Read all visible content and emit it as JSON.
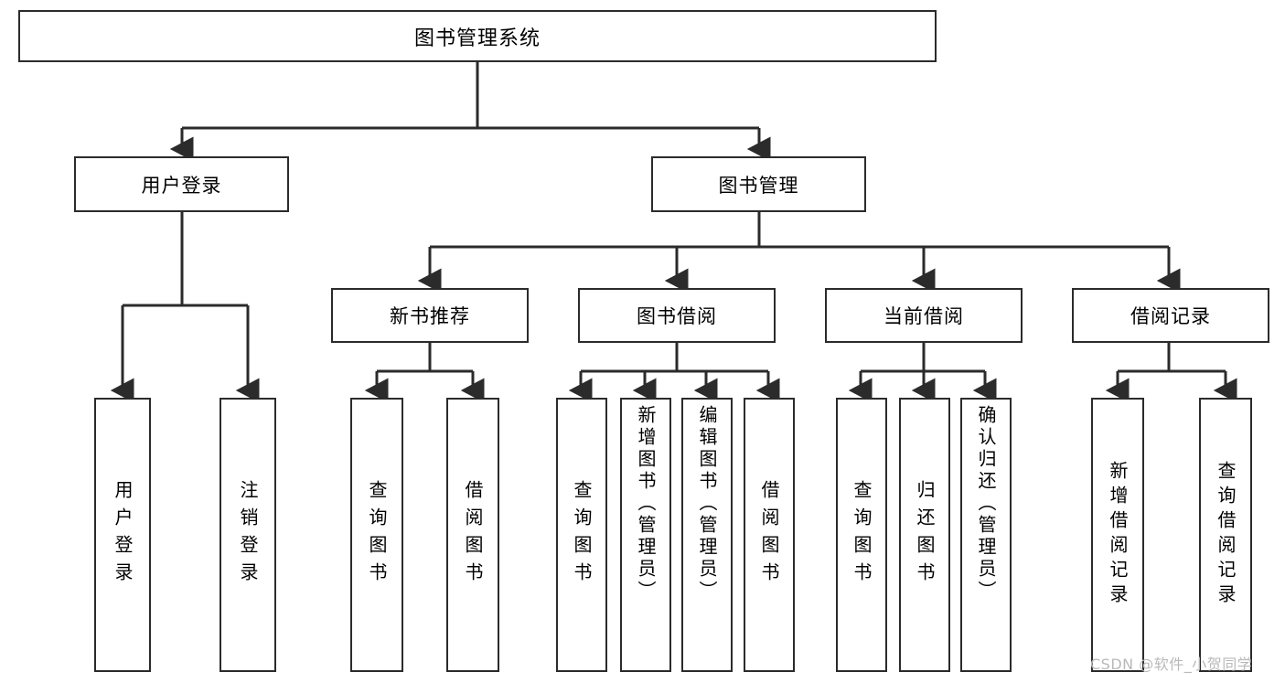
{
  "diagram": {
    "title": "图书管理系统",
    "type": "tree",
    "root": {
      "label": "图书管理系统"
    },
    "level2": [
      {
        "id": "user-login",
        "label": "用户登录"
      },
      {
        "id": "book-manage",
        "label": "图书管理"
      }
    ],
    "level3": [
      {
        "id": "new-book-recommend",
        "label": "新书推荐",
        "parent": "book-manage"
      },
      {
        "id": "book-borrow",
        "label": "图书借阅",
        "parent": "book-manage"
      },
      {
        "id": "current-borrow",
        "label": "当前借阅",
        "parent": "book-manage"
      },
      {
        "id": "borrow-record",
        "label": "借阅记录",
        "parent": "book-manage"
      }
    ],
    "leaves": {
      "user_login": [
        {
          "id": "leaf-user-login",
          "label": "用户登录"
        },
        {
          "id": "leaf-user-logout",
          "label": "注销登录"
        }
      ],
      "new_book_recommend": [
        {
          "id": "leaf-query-book-1",
          "label": "查询图书"
        },
        {
          "id": "leaf-borrow-book-1",
          "label": "借阅图书"
        }
      ],
      "book_borrow": [
        {
          "id": "leaf-query-book-2",
          "label": "查询图书"
        },
        {
          "id": "leaf-add-book",
          "label": "新增图书（管理员）"
        },
        {
          "id": "leaf-edit-book",
          "label": "编辑图书（管理员）"
        },
        {
          "id": "leaf-borrow-book-2",
          "label": "借阅图书"
        }
      ],
      "current_borrow": [
        {
          "id": "leaf-query-book-3",
          "label": "查询图书"
        },
        {
          "id": "leaf-return-book",
          "label": "归还图书"
        },
        {
          "id": "leaf-confirm-return",
          "label": "确认归还（管理员）"
        }
      ],
      "borrow_record": [
        {
          "id": "leaf-add-record",
          "label": "新增借阅记录"
        },
        {
          "id": "leaf-query-record",
          "label": "查询借阅记录"
        }
      ]
    }
  },
  "watermark": {
    "text": "CSDN @软件_小贺同学"
  },
  "colors": {
    "stroke": "#2b2b2b",
    "fill": "#ffffff",
    "text": "#000000",
    "watermark": "#b9b9b9"
  }
}
